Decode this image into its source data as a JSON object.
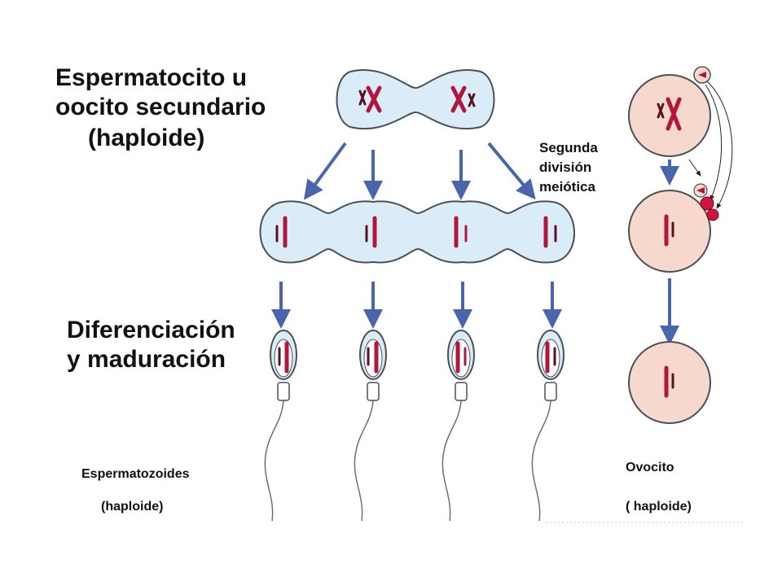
{
  "labels": {
    "secondary_title_line1": "Espermatocito u",
    "secondary_title_line2": "oocito secundario",
    "secondary_title_line3": "(haploide)",
    "division_line1": "Segunda",
    "division_line2": "división",
    "division_line3": "meiótica",
    "diff_line1": "Diferenciación",
    "diff_line2": "y maduración",
    "sperm_label": "Espermatozoides",
    "sperm_ploidy": "(haploide)",
    "ovocyte_label": "Ovocito",
    "ovocyte_ploidy": "( haploide)"
  },
  "colors": {
    "cell_fill": "#d9ecf8",
    "cell_stroke": "#4b4f57",
    "egg_fill": "#f6d8cc",
    "chromosome": "#b2163e",
    "chromosome_dark": "#5a1020",
    "arrow": "#4a64ae",
    "polar_body": "#d4143c"
  }
}
